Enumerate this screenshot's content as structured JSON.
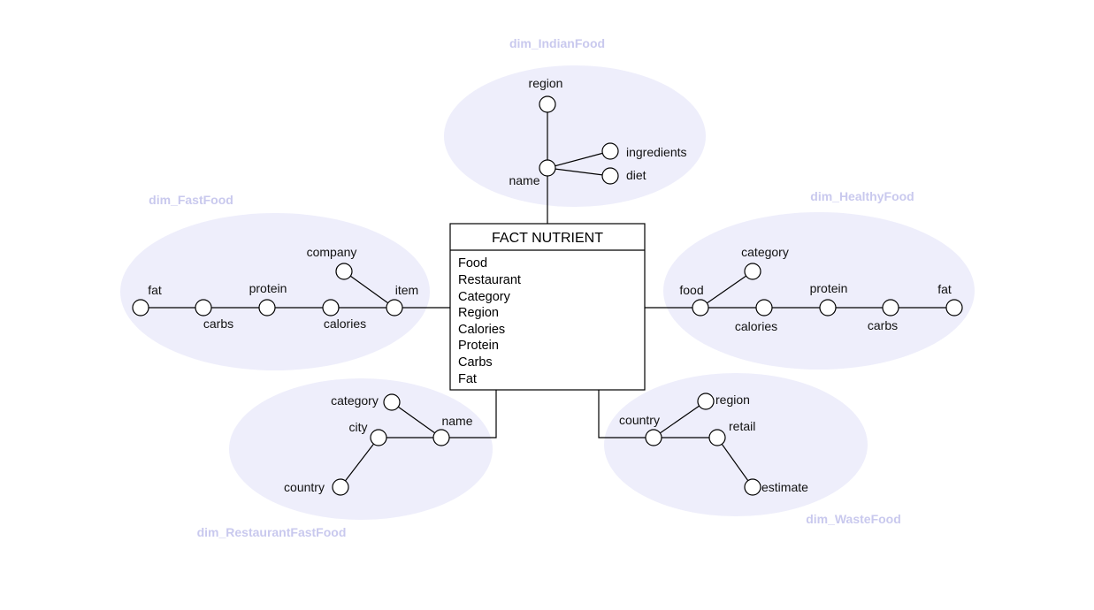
{
  "colors": {
    "cluster_fill": "#eeeefb",
    "dim_label": "#c9c9ee",
    "line": "#000000"
  },
  "fact": {
    "title": "FACT NUTRIENT",
    "rows": [
      "Food",
      "Restaurant",
      "Category",
      "Region",
      "Calories",
      "Protein",
      "Carbs",
      "Fat"
    ]
  },
  "dims": {
    "indian": {
      "title": "dim_IndianFood",
      "nodes": {
        "region": "region",
        "name": "name",
        "ingredients": "ingredients",
        "diet": "diet"
      }
    },
    "fastfood": {
      "title": "dim_FastFood",
      "nodes": {
        "fat": "fat",
        "carbs": "carbs",
        "protein": "protein",
        "calories": "calories",
        "company": "company",
        "item": "item"
      }
    },
    "healthy": {
      "title": "dim_HealthyFood",
      "nodes": {
        "food": "food",
        "category": "category",
        "calories": "calories",
        "protein": "protein",
        "carbs": "carbs",
        "fat": "fat"
      }
    },
    "restaurant": {
      "title": "dim_RestaurantFastFood",
      "nodes": {
        "category": "category",
        "city": "city",
        "name": "name",
        "country": "country"
      }
    },
    "waste": {
      "title": "dim_WasteFood",
      "nodes": {
        "country": "country",
        "region": "region",
        "retail": "retail",
        "estimate": "estimate"
      }
    }
  }
}
